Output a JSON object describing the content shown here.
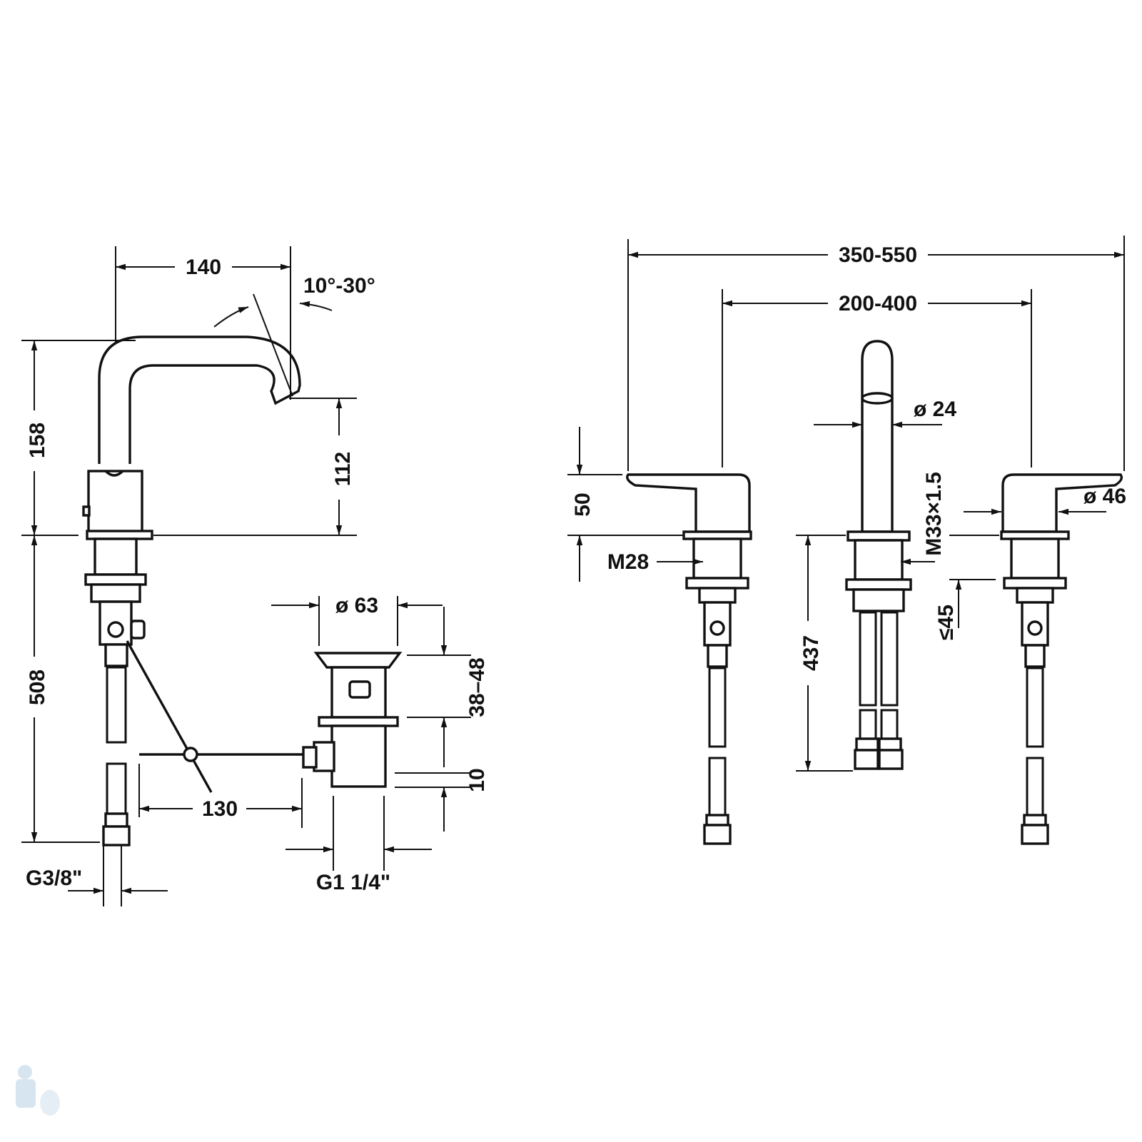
{
  "dimensions": {
    "spout_reach": "140",
    "swivel_angle": "10°-30°",
    "total_height": "158",
    "outlet_height": "112",
    "hose_length_left": "508",
    "waste_diameter": "ø 63",
    "waste_range": "38–48",
    "waste_lower": "10",
    "rod_length": "130",
    "connection_left": "G3/8\"",
    "waste_thread": "G1 1/4\"",
    "outer_spread": "350-550",
    "inner_spread": "200-400",
    "spout_diameter": "ø 24",
    "handle_height": "50",
    "handle_thread": "M28",
    "spout_thread": "M33×1.5",
    "handle_diameter": "ø 46",
    "hose_length_right": "437",
    "max_deck": "≤45"
  },
  "colors": {
    "line": "#111111",
    "background": "#ffffff"
  }
}
